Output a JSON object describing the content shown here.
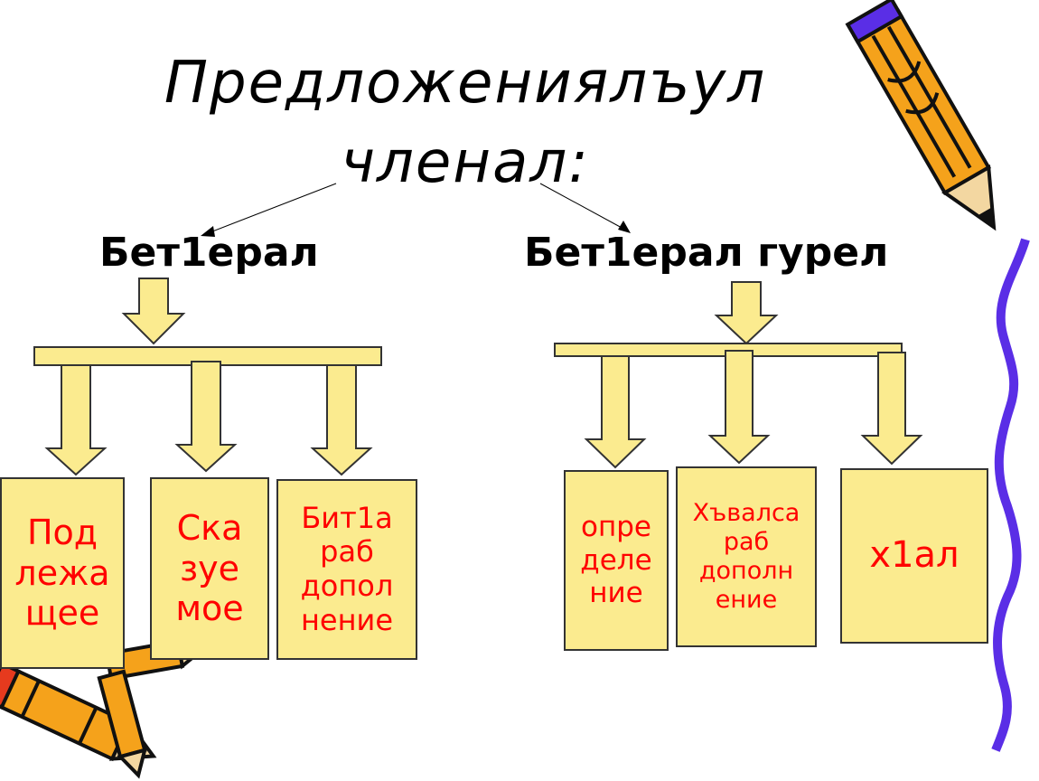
{
  "title": {
    "line1": "Предложениялъул",
    "line2": "членал:"
  },
  "categories": {
    "left": "Бет1ерал",
    "right": "Бет1ерал гурел"
  },
  "boxes": {
    "b1": "Под\nлежа\nщее",
    "b2": "Ска\nзуе\nмое",
    "b3": "Бит1а\nраб\nдопол\nнение",
    "b4": "опре\nделе\nние",
    "b5": "Хъвалса\nраб\nдополн\nение",
    "b6": "х1ал"
  },
  "colors": {
    "box_fill": "#fbeb8f",
    "arrow_fill": "#fbeb8f",
    "box_text": "#ff0000",
    "outline": "#333333",
    "decor_purple": "#5a2ee6",
    "decor_orange": "#f5a21b"
  },
  "icons": [
    "pencil-icon",
    "crayon-icon"
  ]
}
